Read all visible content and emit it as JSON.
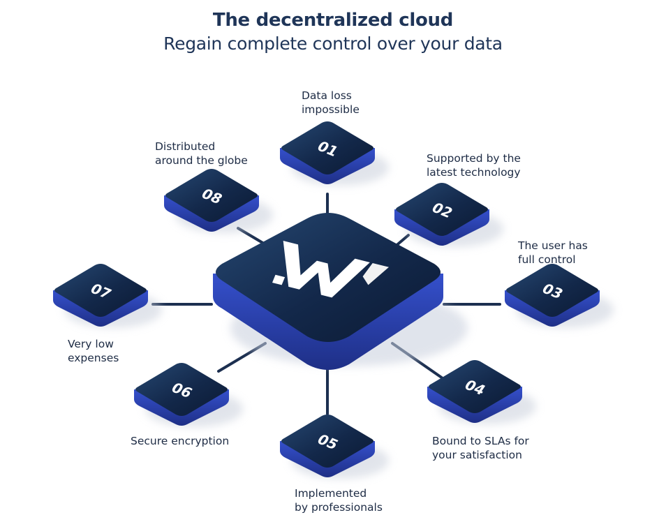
{
  "header": {
    "title": "The decentralized cloud",
    "subtitle": "Regain complete control over your data"
  },
  "center": {
    "logo": "W"
  },
  "nodes": [
    {
      "number": "01",
      "label_lines": [
        "Data loss",
        "impossible"
      ]
    },
    {
      "number": "02",
      "label_lines": [
        "Supported by the",
        "latest technology"
      ]
    },
    {
      "number": "03",
      "label_lines": [
        "The user has",
        "full control"
      ]
    },
    {
      "number": "04",
      "label_lines": [
        "Bound to SLAs for",
        "your satisfaction"
      ]
    },
    {
      "number": "05",
      "label_lines": [
        "Implemented",
        "by professionals"
      ]
    },
    {
      "number": "06",
      "label_lines": [
        "Secure encryption"
      ]
    },
    {
      "number": "07",
      "label_lines": [
        "Very low",
        "expenses"
      ]
    },
    {
      "number": "08",
      "label_lines": [
        "Distributed",
        "around the globe"
      ]
    }
  ],
  "colors": {
    "tile_top": "#13284a",
    "tile_side": "#2e46b8",
    "connector": "#1c2f50",
    "text": "#1d2b44"
  }
}
